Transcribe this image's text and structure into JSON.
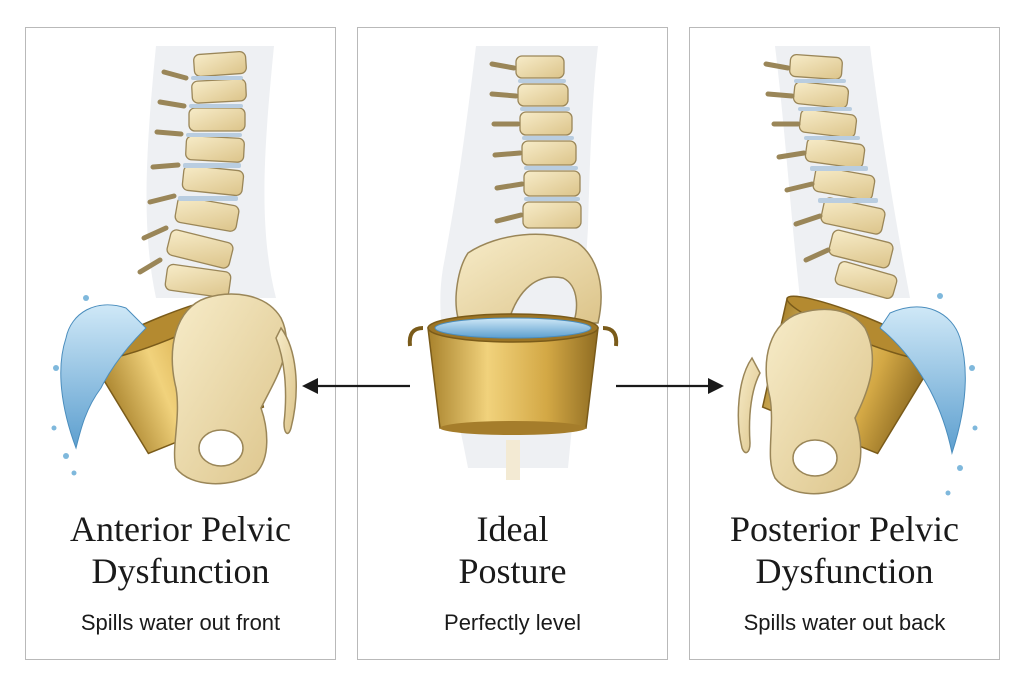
{
  "panels": [
    {
      "title_line1": "Anterior Pelvic",
      "title_line2": "Dysfunction",
      "subtitle": "Spills water out front"
    },
    {
      "title_line1": "Ideal",
      "title_line2": "Posture",
      "subtitle": "Perfectly level"
    },
    {
      "title_line1": "Posterior Pelvic",
      "title_line2": "Dysfunction",
      "subtitle": "Spills water out back"
    }
  ],
  "colors": {
    "bone": "#efe0b2",
    "bone_outline": "#9a8658",
    "disc": "#b9cde0",
    "bucket": "#d9b24d",
    "water": "#7fb8dc"
  },
  "icons": [
    "arrow-left-icon",
    "arrow-right-icon"
  ]
}
